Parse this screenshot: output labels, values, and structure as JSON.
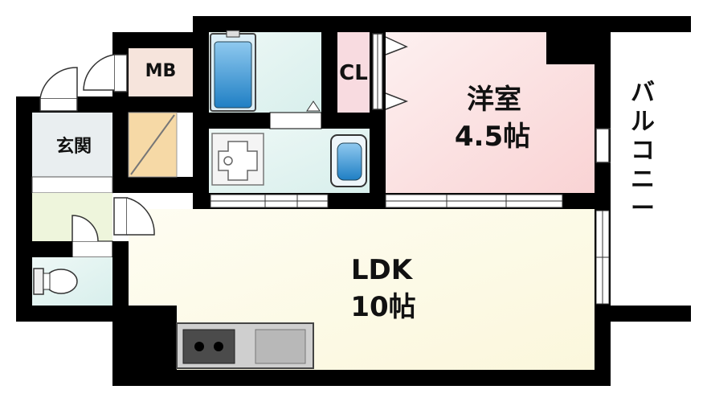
{
  "rooms": {
    "western": {
      "name": "洋室",
      "size": "4.5帖"
    },
    "ldk": {
      "name": "LDK",
      "size": "10帖"
    },
    "entrance": {
      "name": "玄関"
    },
    "mb": {
      "name": "MB"
    },
    "closet": {
      "name": "CL"
    },
    "balcony": {
      "chars": [
        "バ",
        "ル",
        "コ",
        "ニ",
        "ー"
      ]
    }
  },
  "colors": {
    "wall": "#000000",
    "western_room": "#fbdcdc",
    "ldk": "#fdfbe8",
    "wet_area": "#dff1ef",
    "entrance_floor": "#e8eef0",
    "shoe_box": "#f6d9a6",
    "corridor": "#eef5dc",
    "mb_closet": "#f6e4dc",
    "cl": "#f8dbe0",
    "bathtub": "#2f8fd2",
    "stove": "#555555",
    "sink": "#bdbdbd"
  }
}
